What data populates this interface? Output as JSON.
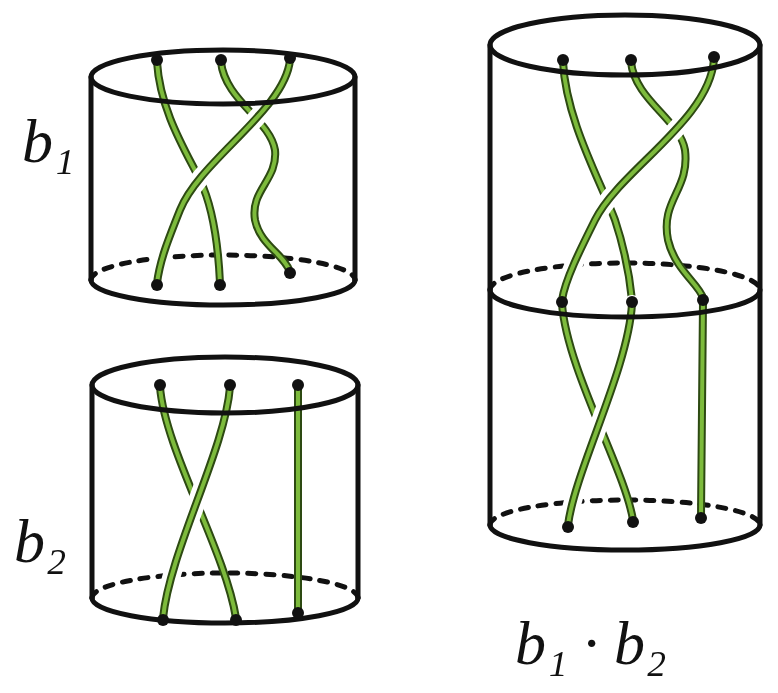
{
  "diagram": {
    "labels": [
      "b₁",
      "b₂",
      "b₁ · b₂"
    ]
  }
}
